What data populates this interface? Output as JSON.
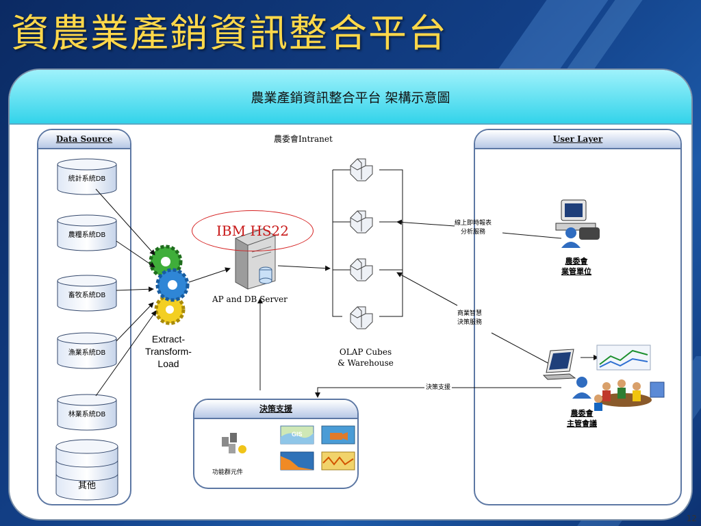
{
  "slide": {
    "title": "資農業產銷資訊整合平台",
    "page_number": "12"
  },
  "diagram": {
    "banner_title": "農業產銷資訊整合平台 架構示意圖",
    "data_source": {
      "header": "Data Source",
      "databases": [
        "統計系統DB",
        "農糧系統DB",
        "畜牧系統DB",
        "漁業系統DB",
        "林業系統DB"
      ],
      "other": "其他"
    },
    "etl_label": "Extract-\nTransform-\nLoad",
    "intranet_label": "農委會Intranet",
    "ibm_label": "IBM HS22",
    "server_label": "AP and DB Server",
    "olap_label": "OLAP Cubes\n& Warehouse",
    "user_layer": {
      "header": "User Layer",
      "service_1": "線上即時報表\n分析服務",
      "service_2": "商業智慧\n決策服務",
      "user_1": "農委會\n業管單位",
      "user_2": "農委會\n主管會議"
    },
    "decision": {
      "header": "決策支援",
      "flow_label": "決策支援",
      "component_label": "功能群元件",
      "gis_label": "GIS"
    }
  },
  "colors": {
    "title": "#ffd84a",
    "banner": "#33d3ea",
    "ibm_highlight": "#c81818",
    "panel_border": "#5c77a3"
  }
}
